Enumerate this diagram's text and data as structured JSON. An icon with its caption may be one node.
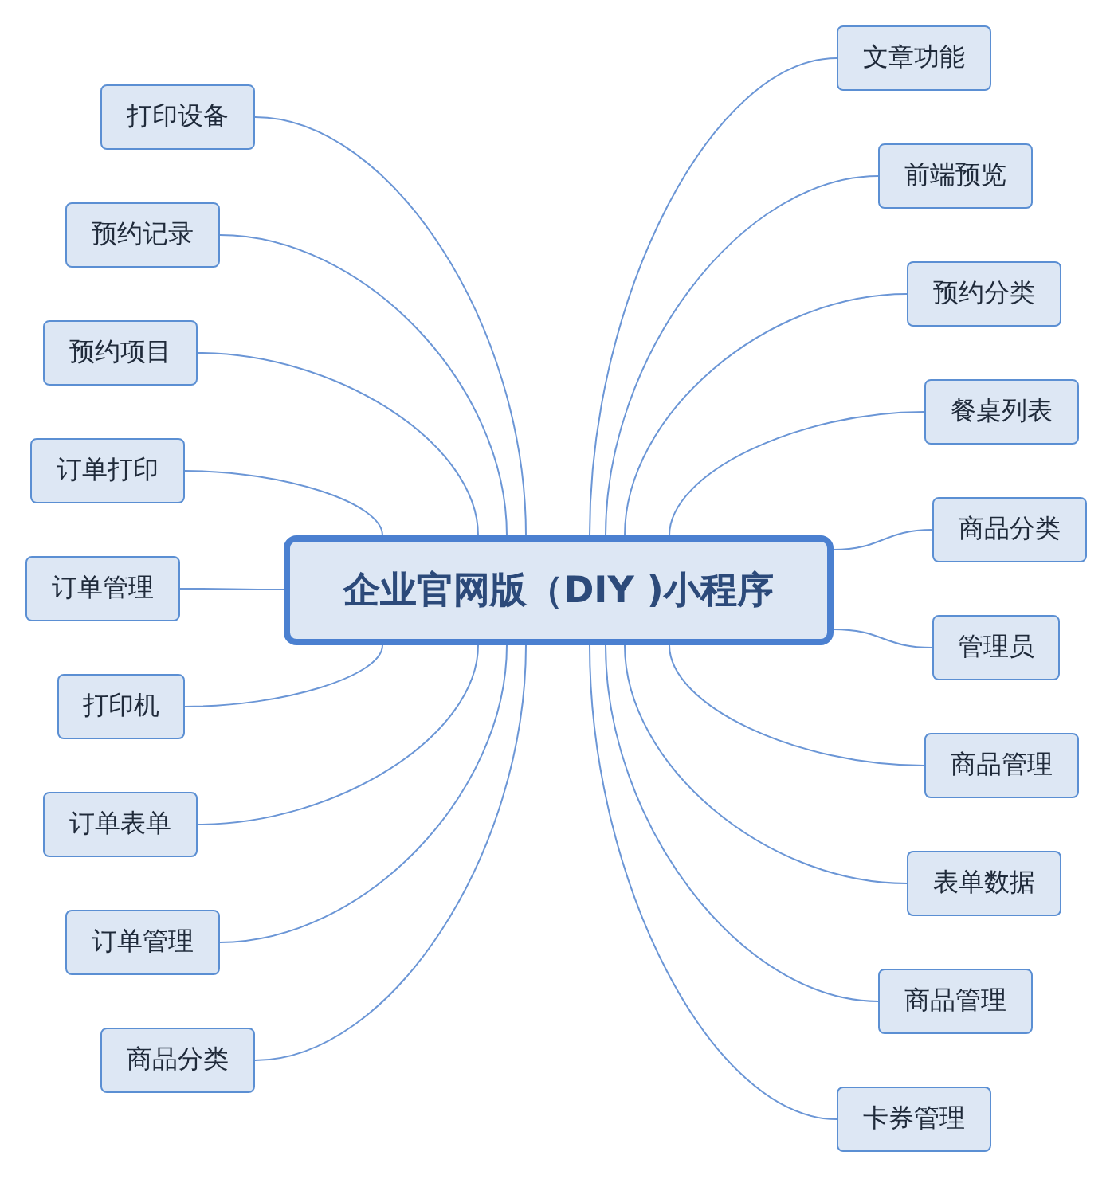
{
  "diagram": {
    "nodes": [
      {
        "text": [
          "企业官网版（DIY )小程序"
        ]
      },
      {
        "text": [
          "打印设备"
        ]
      },
      {
        "text": [
          "预约记录"
        ]
      },
      {
        "text": [
          "预约项目"
        ]
      },
      {
        "text": [
          "订单打印"
        ]
      },
      {
        "text": [
          "订单管理"
        ]
      },
      {
        "text": [
          "打印机"
        ]
      },
      {
        "text": [
          "订单表单"
        ]
      },
      {
        "text": [
          "订单管理"
        ]
      },
      {
        "text": [
          "商品分类"
        ]
      },
      {
        "text": [
          "文章功能"
        ]
      },
      {
        "text": [
          "前端预览"
        ]
      },
      {
        "text": [
          "预约分类"
        ]
      },
      {
        "text": [
          "餐桌列表"
        ]
      },
      {
        "text": [
          "商品分类"
        ]
      },
      {
        "text": [
          "管理员"
        ]
      },
      {
        "text": [
          "商品管理"
        ]
      },
      {
        "text": [
          "表单数据"
        ]
      },
      {
        "text": [
          "商品管理"
        ]
      },
      {
        "text": [
          "卡券管理"
        ]
      }
    ],
    "edges": [
      {
        "from": 0,
        "to": 1,
        "arrow": "none"
      },
      {
        "from": 0,
        "to": 2,
        "arrow": "none"
      },
      {
        "from": 0,
        "to": 3,
        "arrow": "none"
      },
      {
        "from": 0,
        "to": 4,
        "arrow": "none"
      },
      {
        "from": 0,
        "to": 5,
        "arrow": "none"
      },
      {
        "from": 0,
        "to": 6,
        "arrow": "none"
      },
      {
        "from": 0,
        "to": 7,
        "arrow": "none"
      },
      {
        "from": 0,
        "to": 8,
        "arrow": "none"
      },
      {
        "from": 0,
        "to": 9,
        "arrow": "none"
      },
      {
        "from": 0,
        "to": 10,
        "arrow": "none"
      },
      {
        "from": 0,
        "to": 11,
        "arrow": "none"
      },
      {
        "from": 0,
        "to": 12,
        "arrow": "none"
      },
      {
        "from": 0,
        "to": 13,
        "arrow": "none"
      },
      {
        "from": 0,
        "to": 14,
        "arrow": "none"
      },
      {
        "from": 0,
        "to": 15,
        "arrow": "none"
      },
      {
        "from": 0,
        "to": 16,
        "arrow": "none"
      },
      {
        "from": 0,
        "to": 17,
        "arrow": "none"
      },
      {
        "from": 0,
        "to": 18,
        "arrow": "none"
      },
      {
        "from": 0,
        "to": 19,
        "arrow": "none"
      }
    ]
  }
}
